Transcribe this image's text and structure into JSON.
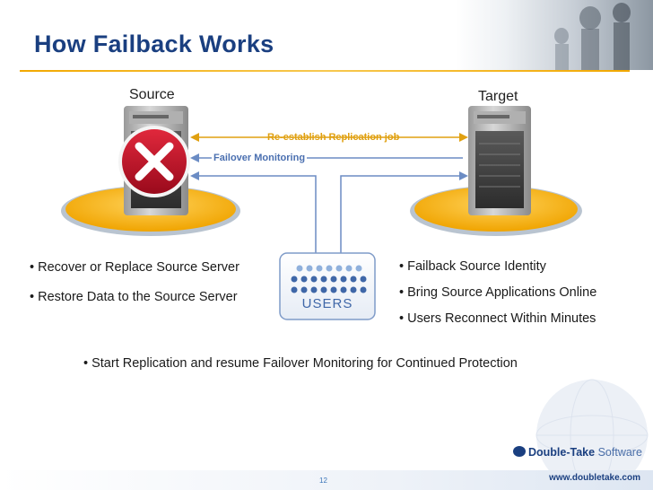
{
  "title": "How Failback Works",
  "source_label": "Source",
  "target_label": "Target",
  "flow_replication": "Re-establish Replication job",
  "flow_monitoring": "Failover Monitoring",
  "users_label": "USERS",
  "left_bullets": [
    "• Recover or Replace Source Server",
    "• Restore Data to the Source Server"
  ],
  "right_bullets": [
    "• Failback Source Identity",
    "• Bring Source Applications Online",
    "• Users Reconnect Within Minutes"
  ],
  "bottom_bullet": "• Start Replication and resume Failover Monitoring for Continued Protection",
  "logo": {
    "brand": "Double-Take",
    "suffix": "Software"
  },
  "url": "www.doubletake.com",
  "page_number": "12",
  "colors": {
    "title": "#1a3f80",
    "accent": "#f2a800",
    "replication": "#e0a010",
    "monitoring": "#4a6fb0",
    "fail": "#c8102e"
  }
}
